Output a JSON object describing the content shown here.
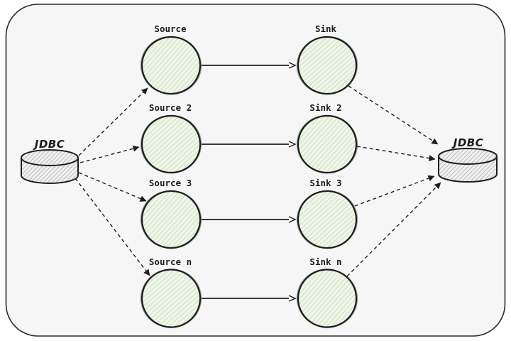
{
  "diagram": {
    "title": "JDBC source-sink pipeline diagram",
    "left_database": {
      "label": "JDBC"
    },
    "right_database": {
      "label": "JDBC"
    },
    "sources": [
      {
        "label": "Source"
      },
      {
        "label": "Source 2"
      },
      {
        "label": "Source 3"
      },
      {
        "label": "Source n"
      }
    ],
    "sinks": [
      {
        "label": "Sink"
      },
      {
        "label": "Sink 2"
      },
      {
        "label": "Sink 3"
      },
      {
        "label": "Sink n"
      }
    ],
    "colors": {
      "frame_background": "#f6f6f7",
      "frame_border": "#2b2b2b",
      "node_fill": "#f0f6ea",
      "node_hatch": "#d2e5c5",
      "node_stroke": "#1e1e1e",
      "database_fill": "#f1f1f1",
      "database_hatch": "#c3c3c3",
      "connector": "#1e1e1e"
    }
  }
}
